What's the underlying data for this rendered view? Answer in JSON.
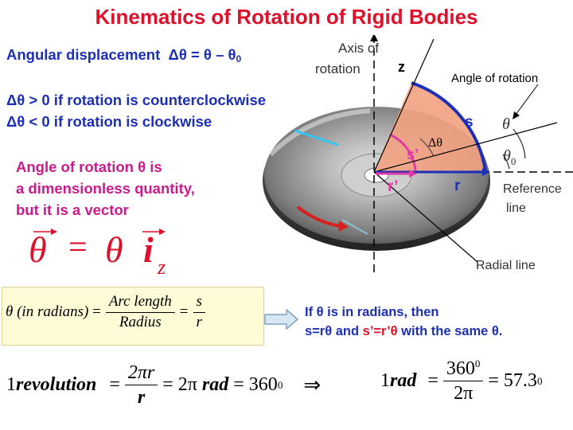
{
  "title": "Kinematics of Rotation of Rigid Bodies",
  "displacement": {
    "label": "Angular displacement",
    "eq_lhs": "Δθ = θ – θ",
    "eq_sub": "0",
    "ccw": "Δθ > 0  if rotation is counterclockwise",
    "cw": "Δθ < 0  if rotation is clockwise"
  },
  "dimensionless": {
    "line1": "Angle of rotation θ is",
    "line2": "a dimensionless quantity,",
    "line3": "but it is a vector"
  },
  "vector_eq": {
    "theta": "θ",
    "equals": "=",
    "i": "i",
    "sub": "z"
  },
  "figure": {
    "axis_label_1": "Axis of",
    "axis_label_2": "rotation",
    "z": "z",
    "angle_callout": "Angle of rotation",
    "s": "s",
    "s_prime": "s’",
    "delta_theta": "Δθ",
    "theta": "θ",
    "theta0": "θ",
    "theta0_sub": "0",
    "r_prime": "r’",
    "r": "r",
    "reference_1": "Reference",
    "reference_2": "line",
    "radial": "Radial line"
  },
  "radians_box": {
    "theta": "θ",
    "paren": "(in radians)",
    "equals": "=",
    "arc": "Arc length",
    "radius": "Radius",
    "s": "s",
    "r": "r"
  },
  "note": {
    "line1": "If θ is in radians, then",
    "line2a": "s=rθ and ",
    "line2b": "s’=r’θ",
    "line2c": " with the same θ."
  },
  "revolution": {
    "one": "1",
    "word": "revolution",
    "eq": "=",
    "num": "2πr",
    "den": "r",
    "two_pi": "= 2π",
    "rad": "rad",
    "val": "= 360",
    "sup": "0",
    "implies": "⇒"
  },
  "rad_eq": {
    "one": "1",
    "rad": "rad",
    "eq": "=",
    "num": "360",
    "num_sup": "0",
    "den": "2π",
    "val": "= 57.3",
    "sup": "0"
  },
  "colors": {
    "title": "#e0102a",
    "blue": "#1c2fb8",
    "magenta": "#cc1a8c",
    "box_bg": "#fefbd6",
    "sector": "#f0a38a",
    "disc": "#9a9a9a"
  }
}
